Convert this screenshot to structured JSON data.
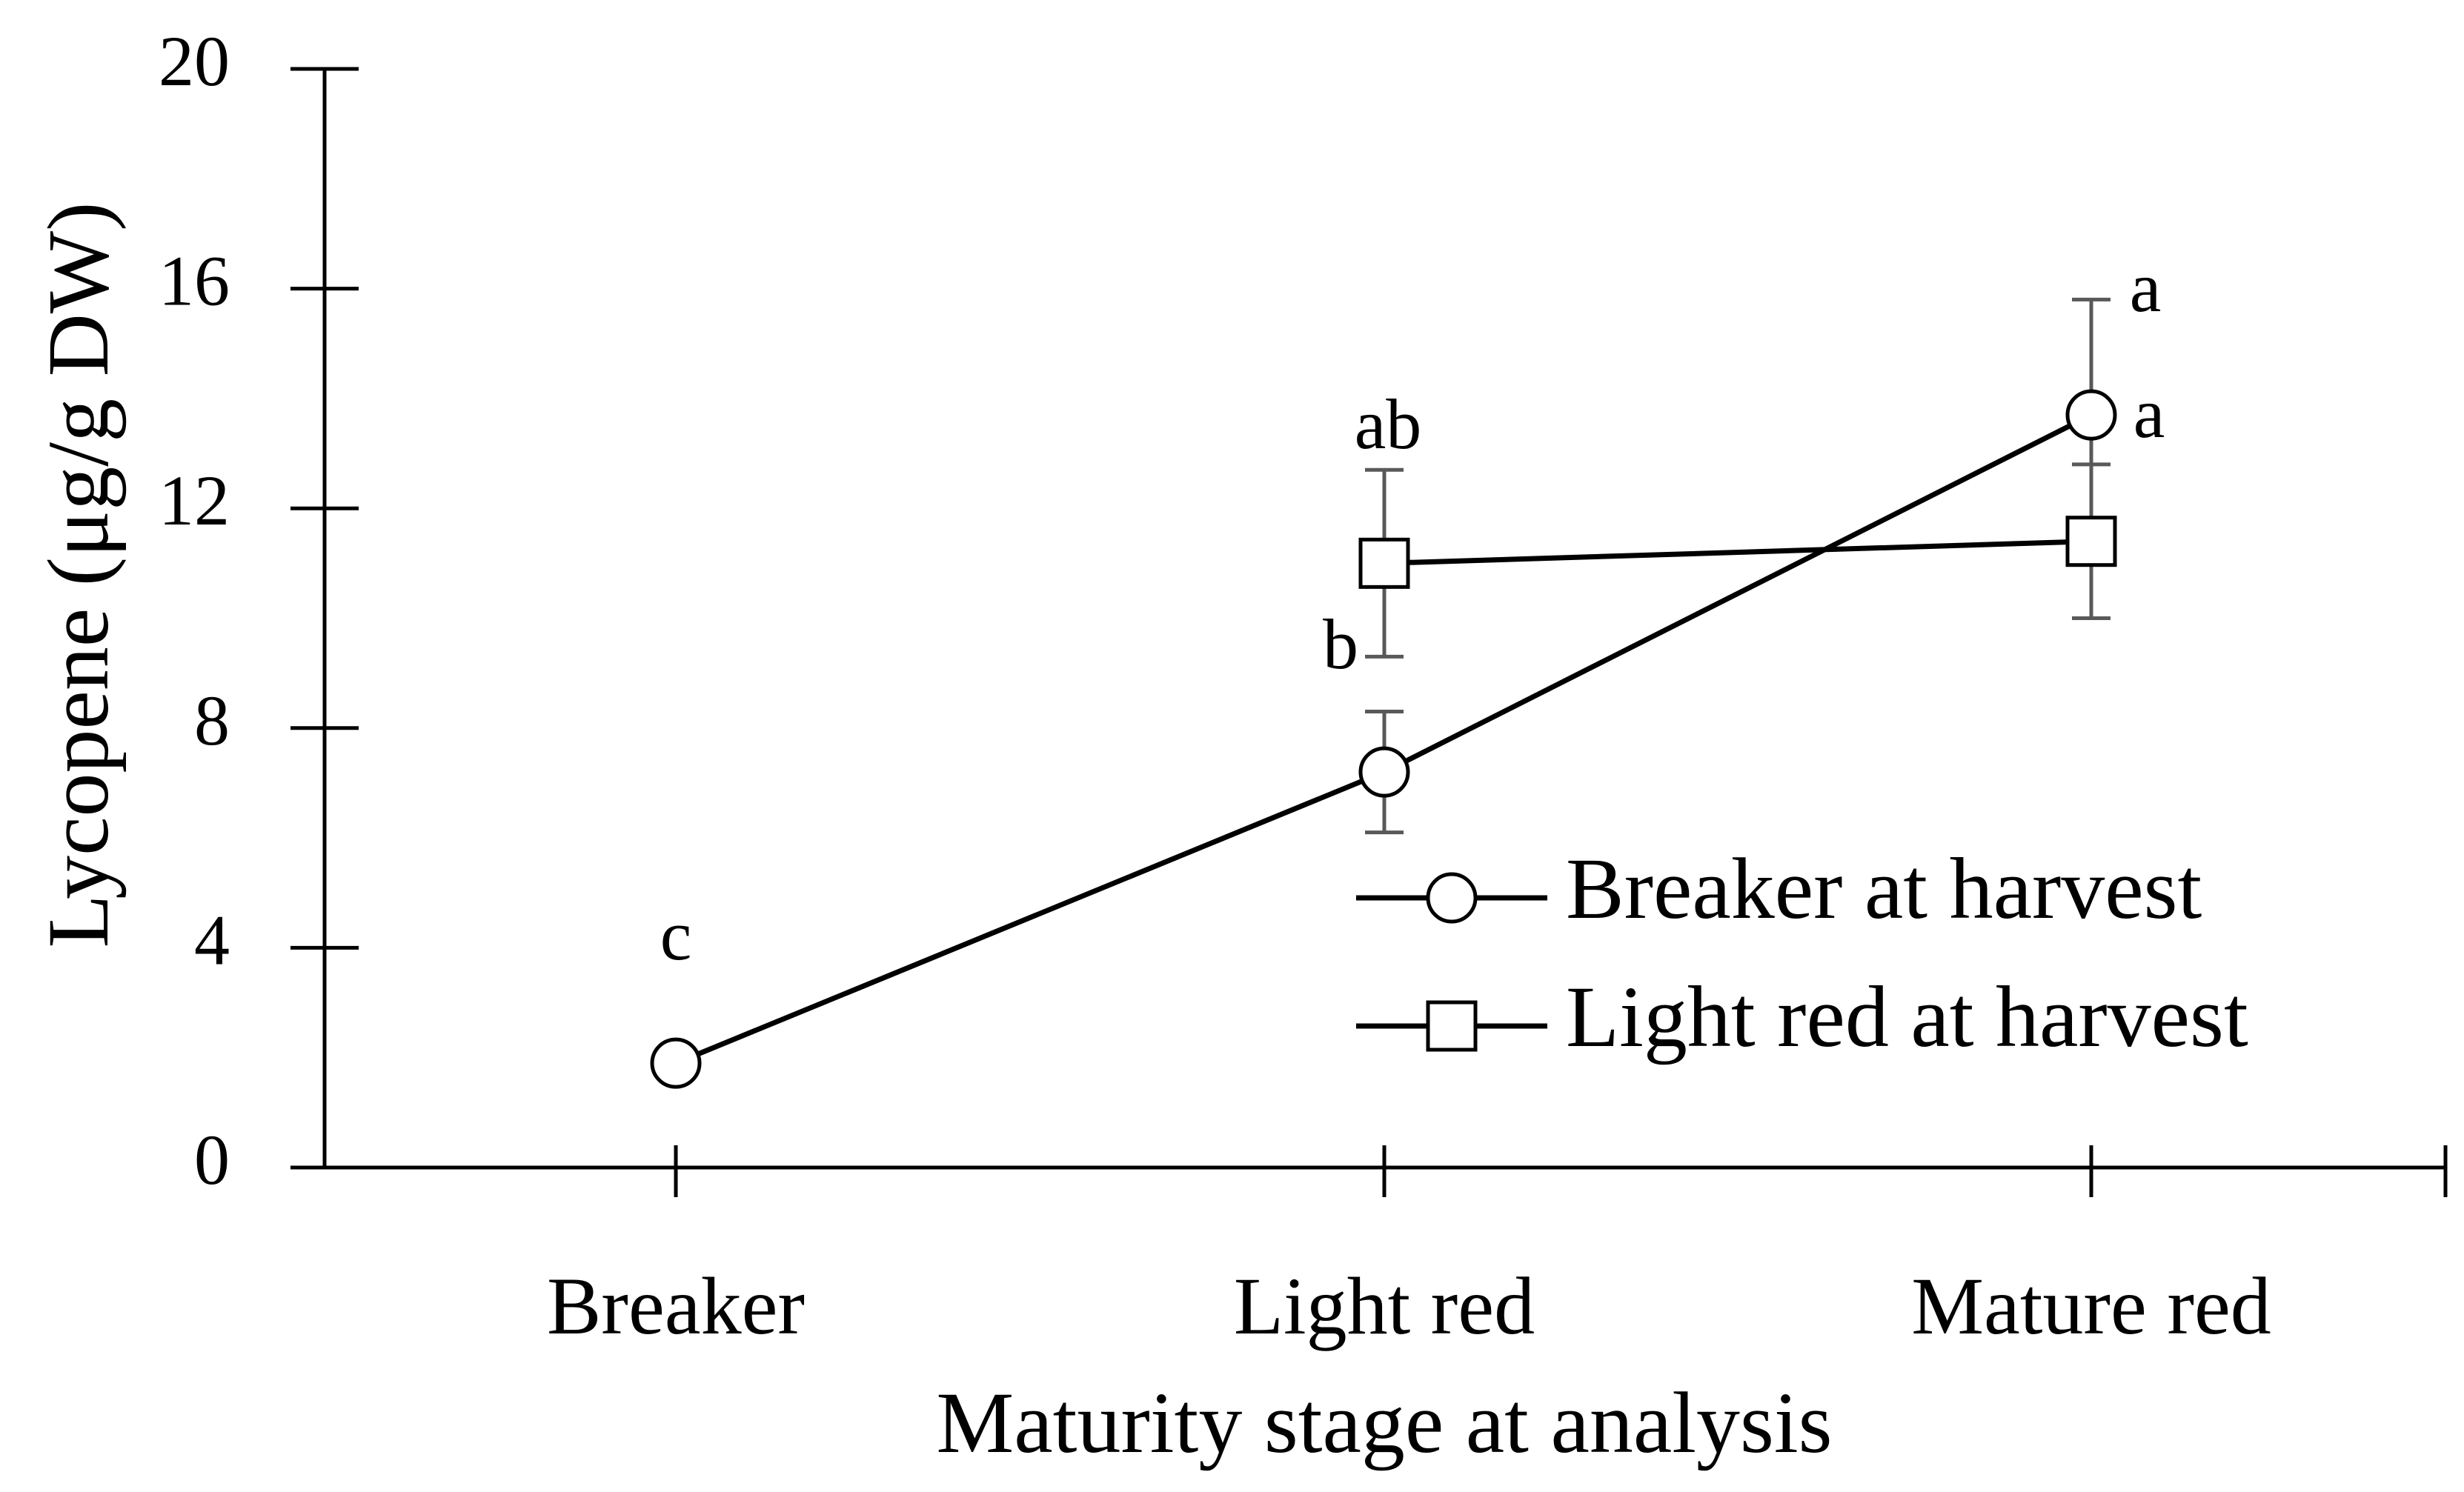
{
  "chart_data": {
    "type": "line",
    "title": "",
    "xlabel": "Maturity stage at analysis",
    "ylabel": "Lycopene (μg/g DW)",
    "categories": [
      "Breaker",
      "Light red",
      "Mature red"
    ],
    "ylim": [
      0,
      20
    ],
    "yticks": [
      "0",
      "4",
      "8",
      "12",
      "16",
      "20"
    ],
    "grid": false,
    "legend_position": "lower-right",
    "series": [
      {
        "name": "Breaker at harvest",
        "marker": "circle",
        "values": [
          1.9,
          7.2,
          13.7
        ],
        "errors": [
          null,
          1.1,
          2.1
        ],
        "letters": [
          "c",
          "b",
          "a"
        ]
      },
      {
        "name": "Light red at harvest",
        "marker": "square",
        "values": [
          null,
          11.0,
          11.4
        ],
        "errors": [
          null,
          1.7,
          1.4
        ],
        "letters": [
          null,
          "ab",
          "a"
        ]
      }
    ]
  }
}
